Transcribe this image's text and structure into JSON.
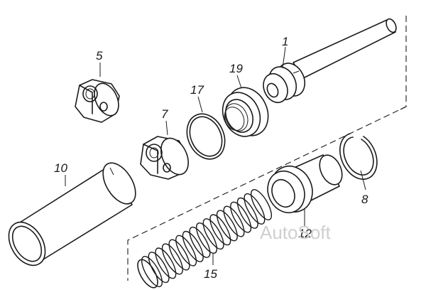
{
  "diagram": {
    "parts": [
      {
        "id": "part-1",
        "label": "1"
      },
      {
        "id": "part-5",
        "label": "5"
      },
      {
        "id": "part-7",
        "label": "7"
      },
      {
        "id": "part-8",
        "label": "8"
      },
      {
        "id": "part-10",
        "label": "10"
      },
      {
        "id": "part-12",
        "label": "12"
      },
      {
        "id": "part-15",
        "label": "15"
      },
      {
        "id": "part-17",
        "label": "17"
      },
      {
        "id": "part-19",
        "label": "19"
      }
    ],
    "watermark": "AutoSoft",
    "colors": {
      "line": "#1a1a1a",
      "background": "#ffffff",
      "watermark": "#cfcfcf"
    }
  }
}
